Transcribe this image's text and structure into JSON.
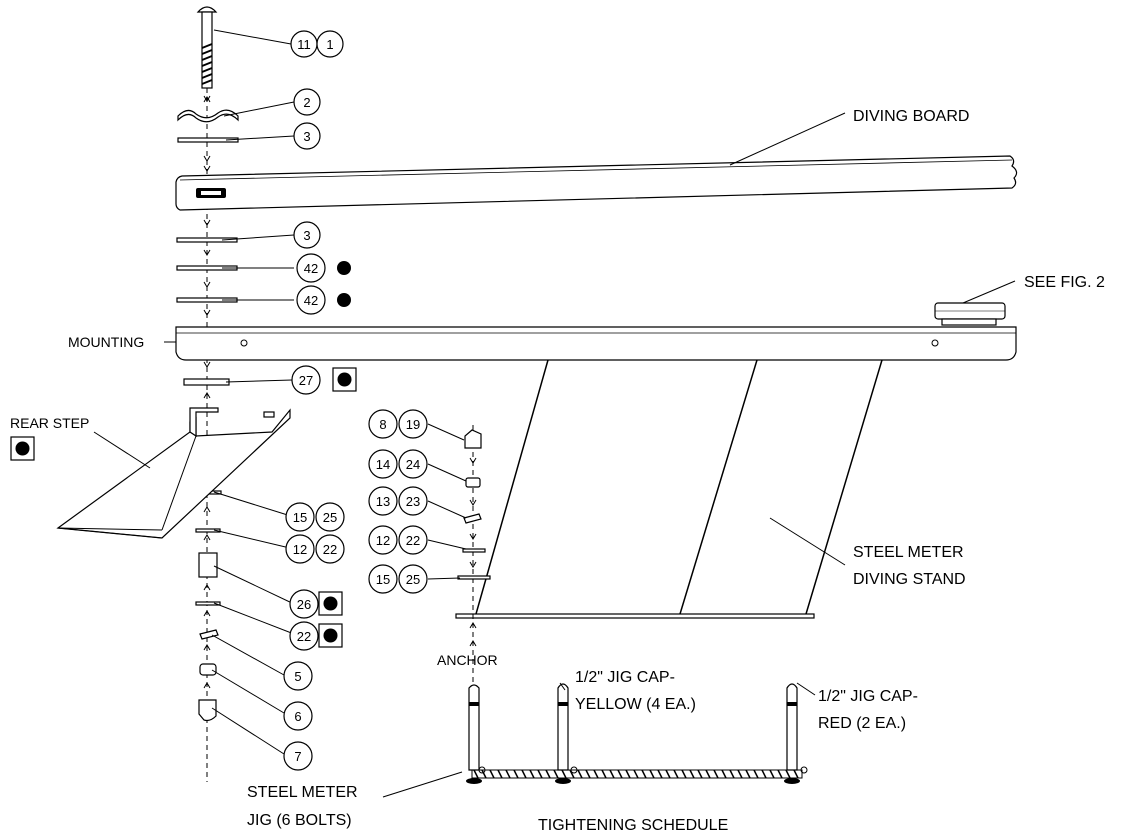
{
  "labels": {
    "diving_board": "DIVING BOARD",
    "see_fig": "SEE FIG. 2",
    "mounting": "MOUNTING",
    "rear_step": "REAR STEP",
    "stand_line1": "STEEL METER",
    "stand_line2": "DIVING STAND",
    "anchor": "ANCHOR",
    "cap_yellow_line1": "1/2\" JIG CAP-",
    "cap_yellow_line2": "YELLOW (4 EA.)",
    "cap_red_line1": "1/2\" JIG CAP-",
    "cap_red_line2": "RED (2 EA.)",
    "jig_line1": "STEEL METER",
    "jig_line2": "JIG (6 BOLTS)",
    "tightening": "TIGHTENING SCHEDULE"
  },
  "callouts": {
    "c11": "11",
    "c1": "1",
    "c2": "2",
    "c3a": "3",
    "c3b": "3",
    "c42a": "42",
    "c42b": "42",
    "c27": "27",
    "c15a": "15",
    "c25a": "25",
    "c12a": "12",
    "c22a": "22",
    "c26": "26",
    "c22b": "22",
    "c5": "5",
    "c6": "6",
    "c7": "7",
    "c8": "8",
    "c19": "19",
    "c14": "14",
    "c24": "24",
    "c13": "13",
    "c23": "23",
    "c12b": "12",
    "c22c": "22",
    "c15b": "15",
    "c25b": "25"
  },
  "symbols": {
    "dot": "filled-circle",
    "square_dot": "square-with-filled-circle"
  }
}
